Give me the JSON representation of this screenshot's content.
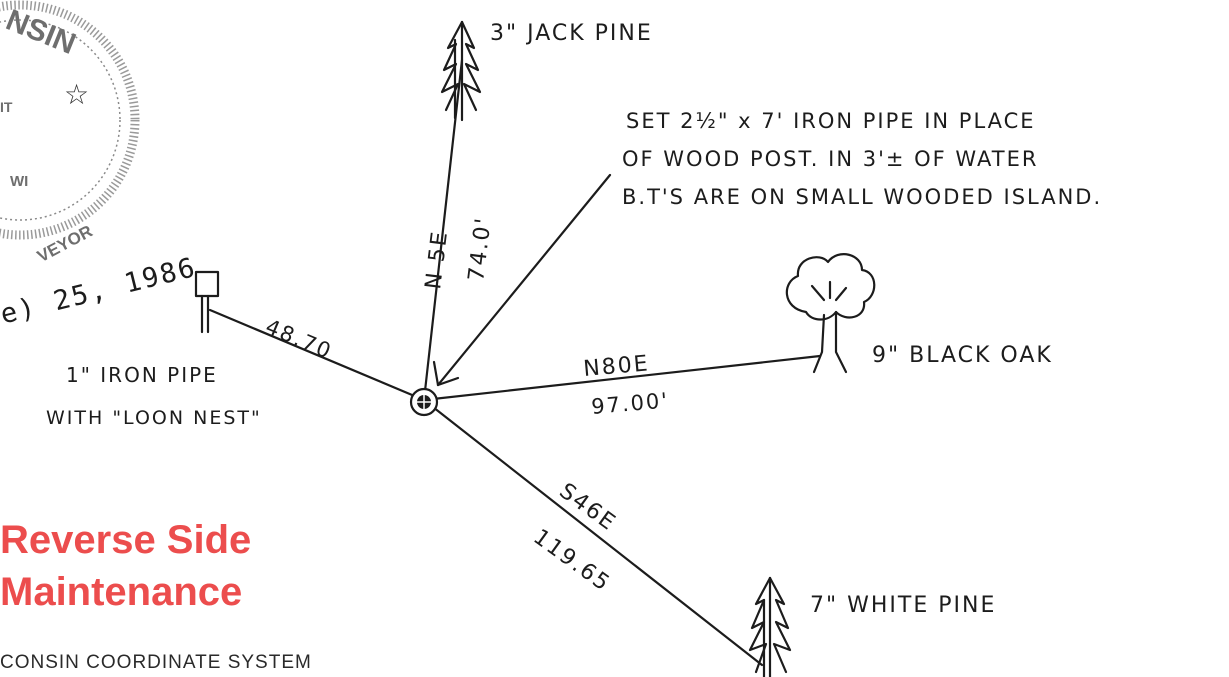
{
  "seal": {
    "arc_text": "NSIN",
    "line_a": "IT",
    "line_b": "WI",
    "lower_arc": "VEYOR",
    "star": "☆"
  },
  "date_note": "e) 25, 1986",
  "center_monument": "corner-monument",
  "notes": {
    "line1": "SET  2½\" x 7' IRON PIPE  IN  PLACE",
    "line2": "OF WOOD    POST.  IN  3'± OF WATER",
    "line3": "B.T'S  ARE  ON  SMALL WOODED ISLAND."
  },
  "witnesses": {
    "jack_pine": {
      "label": "3\" JACK PINE",
      "bearing": "N 5E",
      "distance": "74.0'"
    },
    "black_oak": {
      "label": "9\" BLACK OAK",
      "bearing": "N80E",
      "distance": "97.00'"
    },
    "white_pine": {
      "label": "7\" WHITE PINE",
      "bearing": "S46E",
      "distance": "119.65"
    },
    "iron_pipe": {
      "label_line1": "1\" IRON PIPE",
      "label_line2": "WITH  \"LOON NEST\"",
      "distance": "48.70"
    }
  },
  "heading": {
    "line1": "Reverse Side",
    "line2": "Maintenance",
    "color": "#ec4d4d"
  },
  "footer": "CONSIN COORDINATE SYSTEM"
}
